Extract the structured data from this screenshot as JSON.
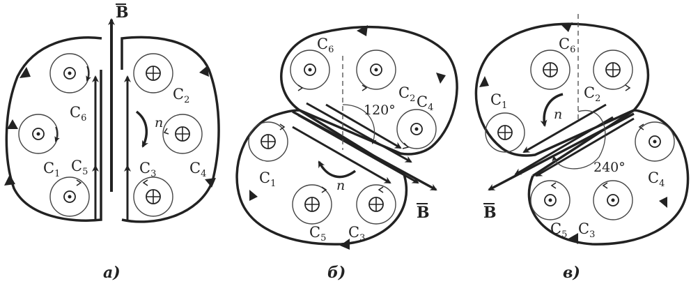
{
  "panels": [
    {
      "caption": "а)",
      "vector_label": "B",
      "rotation_label": "n",
      "coils": [
        {
          "label": "C",
          "index": "6",
          "mark": "dot"
        },
        {
          "label": "C",
          "index": "2",
          "mark": "cross"
        },
        {
          "label": "C",
          "index": "1",
          "mark": "dot"
        },
        {
          "label": "C",
          "index": "4",
          "mark": "cross"
        },
        {
          "label": "C",
          "index": "5",
          "mark": "dot"
        },
        {
          "label": "C",
          "index": "3",
          "mark": "cross"
        }
      ]
    },
    {
      "caption": "б)",
      "vector_label": "B",
      "rotation_label": "n",
      "angle_label": "120°",
      "coils": [
        {
          "label": "C",
          "index": "6",
          "mark": "dot"
        },
        {
          "label": "C",
          "index": "2",
          "mark": "dot"
        },
        {
          "label": "C",
          "index": "4",
          "mark": "dot"
        },
        {
          "label": "C",
          "index": "1",
          "mark": "cross"
        },
        {
          "label": "C",
          "index": "5",
          "mark": "cross"
        },
        {
          "label": "C",
          "index": "3",
          "mark": "cross"
        }
      ]
    },
    {
      "caption": "в)",
      "vector_label": "B",
      "rotation_label": "n",
      "angle_label": "240°",
      "coils": [
        {
          "label": "C",
          "index": "6",
          "mark": "cross"
        },
        {
          "label": "C",
          "index": "2",
          "mark": "cross"
        },
        {
          "label": "C",
          "index": "1",
          "mark": "cross"
        },
        {
          "label": "C",
          "index": "4",
          "mark": "dot"
        },
        {
          "label": "C",
          "index": "5",
          "mark": "dot"
        },
        {
          "label": "C",
          "index": "3",
          "mark": "dot"
        }
      ]
    }
  ]
}
